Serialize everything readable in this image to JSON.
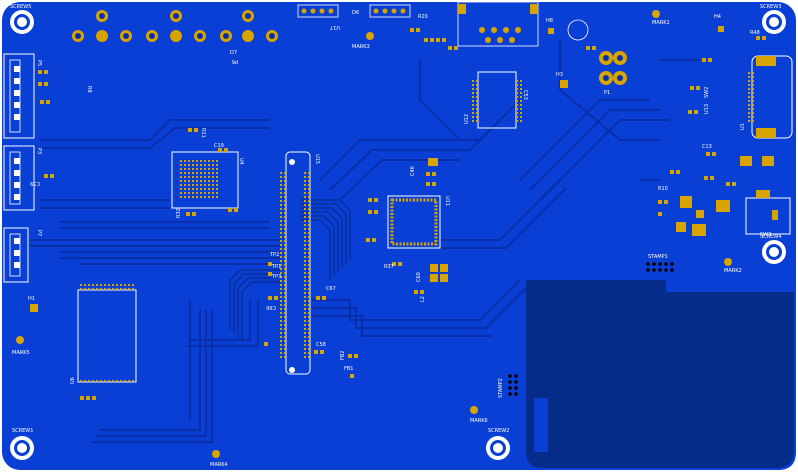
{
  "colors": {
    "board": "#0a3fd6",
    "copper": "#0d4ff5",
    "trace": "#082fa8",
    "dark_region": "#062c8a",
    "pad": "#d9a400",
    "silk": "#ffffff",
    "background": "#ffffff"
  },
  "labels": {
    "screw1": "SCREW1",
    "screw2": "SCREW2",
    "screw3": "SCREW3",
    "screw4": "SCREW4",
    "screw5": "SCREW5",
    "mark1": "MARK1",
    "mark2": "MARK2",
    "mark3": "MARK3",
    "mark4": "MARK4",
    "mark5": "MARK5",
    "mark6": "MARK6",
    "stamp1": "STAMP1",
    "stamp2": "STAMP2",
    "h1": "H1",
    "h3": "H3",
    "h4": "H4",
    "h8": "H8",
    "u1": "U1",
    "u2": "U2",
    "u4": "U4",
    "u5": "U5",
    "u6": "U6",
    "u11": "U11",
    "u12": "U12",
    "u13": "U13",
    "u15": "U15",
    "u17": "U17",
    "c19": "C19",
    "c39": "C39",
    "c46": "C46",
    "c53": "C53",
    "c58": "C58",
    "c60": "C60",
    "c66": "C66",
    "c67": "C67",
    "c13": "C13",
    "r8": "R8",
    "r10": "R10",
    "r11": "R11",
    "r20": "R20",
    "r32": "R32",
    "r37": "R37",
    "r48": "R48",
    "d6": "D6",
    "d7": "D7",
    "fb1": "FB1",
    "fb2": "FB2",
    "tp1": "TP1",
    "tp2": "TP2",
    "tp3": "TP3",
    "l2": "L2",
    "p1": "P1",
    "p3": "P3",
    "p5": "P5",
    "p6": "P6",
    "p7": "P7",
    "sw3": "SW3",
    "sw2": "SW2"
  }
}
